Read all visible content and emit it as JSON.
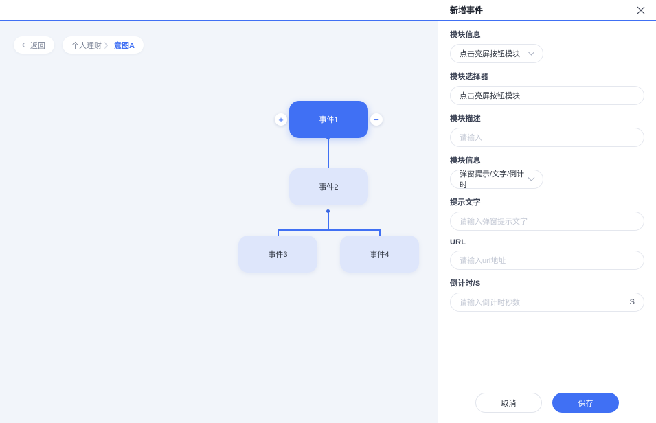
{
  "theme": {
    "accent": "#4070f4",
    "canvas_bg": "#f2f5fa",
    "node_soft_bg": "#dee6fb",
    "panel_bg": "#ffffff",
    "label_color": "#3b4254",
    "placeholder_color": "#c3c8d4"
  },
  "toolbar": {
    "back_label": "返回",
    "breadcrumb": {
      "root": "个人理财",
      "separator": "》",
      "current": "意图A"
    }
  },
  "flow": {
    "nodes": [
      {
        "id": "n1",
        "label": "事件1",
        "style": "primary"
      },
      {
        "id": "n2",
        "label": "事件2",
        "style": "soft"
      },
      {
        "id": "n3",
        "label": "事件3",
        "style": "soft"
      },
      {
        "id": "n4",
        "label": "事件4",
        "style": "soft"
      }
    ],
    "handles": {
      "add": "+",
      "remove": "−"
    }
  },
  "panel": {
    "title": "新增事件",
    "close_icon": "close-icon",
    "fields": [
      {
        "key": "module_info_top",
        "label": "模块信息",
        "type": "select",
        "value": "点击亮屏按钮模块"
      },
      {
        "key": "module_selector",
        "label": "模块选择器",
        "type": "input",
        "value": "点击亮屏按钮模块",
        "placeholder": ""
      },
      {
        "key": "module_description",
        "label": "模块描述",
        "type": "input",
        "value": "",
        "placeholder": "请输入"
      },
      {
        "key": "module_info_bottom",
        "label": "模块信息",
        "type": "select",
        "value": "弹窗提示/文字/倒计时"
      },
      {
        "key": "tip_text",
        "label": "提示文字",
        "type": "input",
        "value": "",
        "placeholder": "请输入弹窗提示文字"
      },
      {
        "key": "url",
        "label": "URL",
        "type": "input",
        "value": "",
        "placeholder": "请输入url地址"
      },
      {
        "key": "countdown",
        "label": "倒计时/S",
        "type": "input",
        "value": "",
        "placeholder": "请输入倒计时秒数",
        "suffix": "S"
      }
    ],
    "footer": {
      "cancel_label": "取消",
      "save_label": "保存"
    }
  }
}
